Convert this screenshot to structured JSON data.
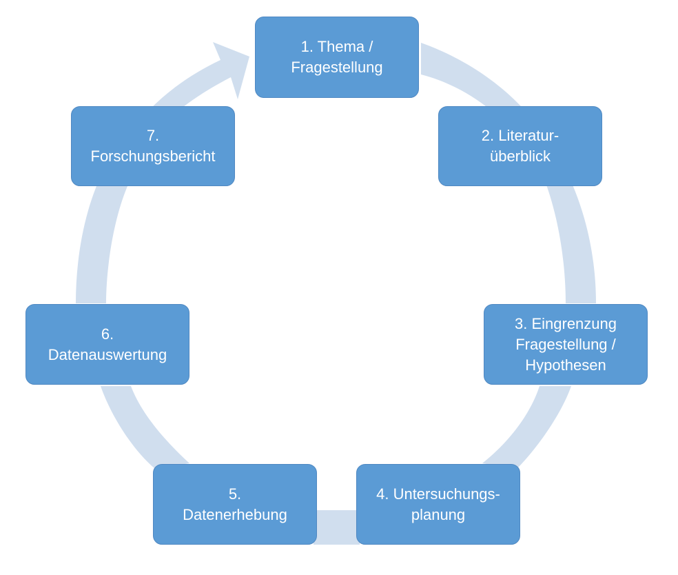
{
  "diagram": {
    "ring_color": "#d0deee",
    "box_fill": "#5b9bd5",
    "box_border": "#4f88c2",
    "text_color": "#ffffff",
    "steps": [
      {
        "id": "thema",
        "lines": [
          "1. Thema /",
          "Fragestellung"
        ]
      },
      {
        "id": "literatur",
        "lines": [
          "2. Literatur-",
          "überblick"
        ]
      },
      {
        "id": "eingrenzung",
        "lines": [
          "3. Eingrenzung",
          "Fragestellung /",
          "Hypothesen"
        ]
      },
      {
        "id": "untersuchung",
        "lines": [
          "4. Untersuchungs-",
          "planung"
        ]
      },
      {
        "id": "datenerhebung",
        "lines": [
          "5.",
          "Datenerhebung"
        ]
      },
      {
        "id": "datenauswertung",
        "lines": [
          "6.",
          "Datenauswertung"
        ]
      },
      {
        "id": "forschungsbericht",
        "lines": [
          "7.",
          "Forschungsbericht"
        ]
      }
    ]
  }
}
